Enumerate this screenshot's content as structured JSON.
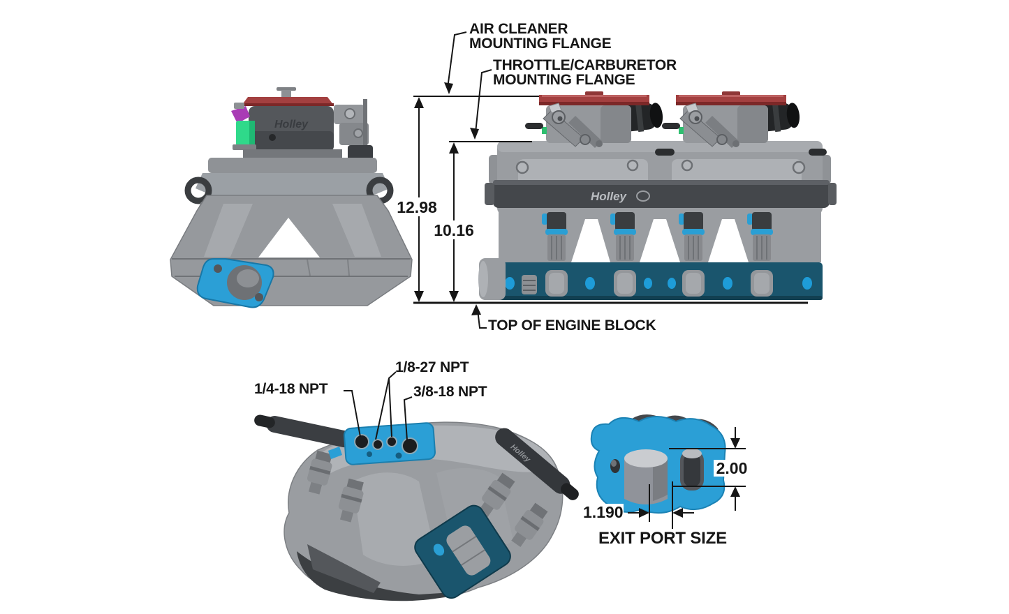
{
  "diagram": {
    "callouts": {
      "air_cleaner": {
        "line1": "AIR CLEANER",
        "line2": "MOUNTING FLANGE"
      },
      "throttle": {
        "line1": "THROTTLE/CARBURETOR",
        "line2": "MOUNTING FLANGE"
      },
      "engine_block": "TOP OF ENGINE BLOCK",
      "exit_port": "EXIT PORT SIZE"
    },
    "dimensions": {
      "overall_height": "12.98",
      "carb_flange_height": "10.16",
      "exit_port_height": "2.00",
      "exit_port_width": "1.190"
    },
    "npt_ports": [
      {
        "label": "1/4-18 NPT"
      },
      {
        "label": "1/8-27 NPT"
      },
      {
        "label": "3/8-18 NPT"
      }
    ],
    "brand": {
      "logo": "Holley"
    },
    "colors": {
      "port_blue": "#2b9fd6",
      "flange_teal": "#1a556d",
      "carb_flange_red": "#a34040",
      "body_gray": "#9a9da1",
      "hardware_dark": "#2b2d2f",
      "sensor_green": "#2fd98a",
      "connector_magenta": "#a93cb5",
      "line_black": "#161616"
    }
  }
}
